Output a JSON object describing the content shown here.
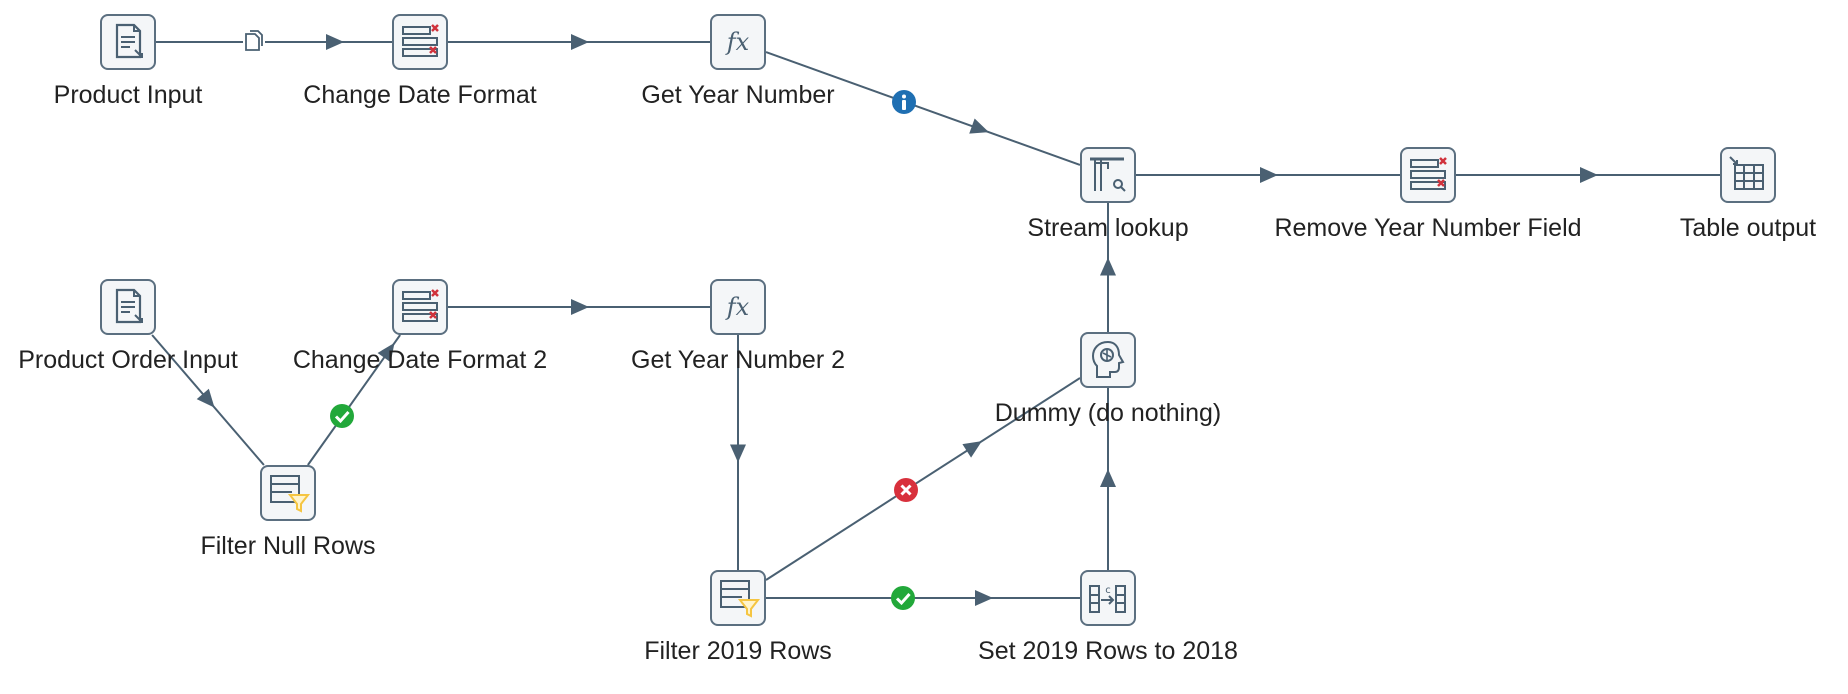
{
  "steps": [
    {
      "id": "product-input",
      "label": "Product Input",
      "icon": "text-file-input-icon"
    },
    {
      "id": "change-date-format",
      "label": "Change Date Format",
      "icon": "select-values-icon"
    },
    {
      "id": "get-year-number",
      "label": "Get Year Number",
      "icon": "formula-icon"
    },
    {
      "id": "stream-lookup",
      "label": "Stream lookup",
      "icon": "stream-lookup-icon"
    },
    {
      "id": "remove-year-number-field",
      "label": "Remove Year Number Field",
      "icon": "select-values-icon"
    },
    {
      "id": "table-output",
      "label": "Table output",
      "icon": "table-output-icon"
    },
    {
      "id": "product-order-input",
      "label": "Product Order Input",
      "icon": "text-file-input-icon"
    },
    {
      "id": "change-date-format-2",
      "label": "Change Date Format 2",
      "icon": "select-values-icon"
    },
    {
      "id": "get-year-number-2",
      "label": "Get Year Number 2",
      "icon": "formula-icon"
    },
    {
      "id": "dummy",
      "label": "Dummy (do nothing)",
      "icon": "dummy-icon"
    },
    {
      "id": "filter-null-rows",
      "label": "Filter Null Rows",
      "icon": "filter-rows-icon"
    },
    {
      "id": "filter-2019-rows",
      "label": "Filter 2019 Rows",
      "icon": "filter-rows-icon"
    },
    {
      "id": "set-2019-rows-to-2018",
      "label": "Set 2019 Rows to 2018",
      "icon": "set-field-value-icon"
    }
  ],
  "hops": [
    {
      "from": "product-input",
      "to": "change-date-format",
      "badge": "copy-rows-icon"
    },
    {
      "from": "change-date-format",
      "to": "get-year-number"
    },
    {
      "from": "get-year-number",
      "to": "stream-lookup",
      "badge": "info-icon"
    },
    {
      "from": "stream-lookup",
      "to": "remove-year-number-field"
    },
    {
      "from": "remove-year-number-field",
      "to": "table-output"
    },
    {
      "from": "product-order-input",
      "to": "filter-null-rows"
    },
    {
      "from": "filter-null-rows",
      "to": "change-date-format-2",
      "badge": "true-check-icon"
    },
    {
      "from": "change-date-format-2",
      "to": "get-year-number-2"
    },
    {
      "from": "get-year-number-2",
      "to": "filter-2019-rows"
    },
    {
      "from": "filter-2019-rows",
      "to": "dummy",
      "badge": "false-cross-icon"
    },
    {
      "from": "filter-2019-rows",
      "to": "set-2019-rows-to-2018",
      "badge": "true-check-icon"
    },
    {
      "from": "set-2019-rows-to-2018",
      "to": "dummy"
    },
    {
      "from": "dummy",
      "to": "stream-lookup"
    }
  ],
  "colors": {
    "hop": "#4a6072",
    "step_border": "#5b6f80",
    "step_bg": "#f4f6f8",
    "icon": "#4a6072",
    "accent_red": "#d0323c",
    "filter_yellow": "#f5c542",
    "badge_info": "#1f6fb2",
    "badge_true": "#22a83a",
    "badge_false": "#d8303c"
  }
}
